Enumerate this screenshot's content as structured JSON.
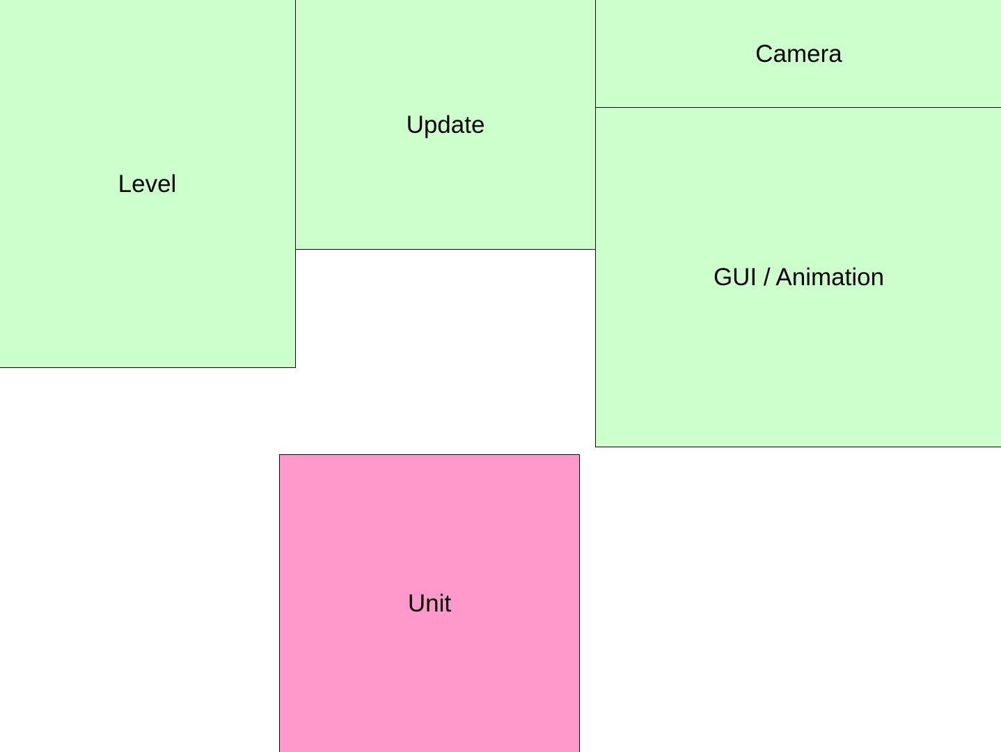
{
  "colors": {
    "module_fill": "#ccffcc",
    "unit_fill": "#ff99cc",
    "border": "#000000"
  },
  "boxes": {
    "level": {
      "label": "Level"
    },
    "update": {
      "label": "Update"
    },
    "camera": {
      "label": "Camera"
    },
    "gui_animation": {
      "label": "GUI / Animation"
    },
    "unit": {
      "label": "Unit"
    }
  }
}
